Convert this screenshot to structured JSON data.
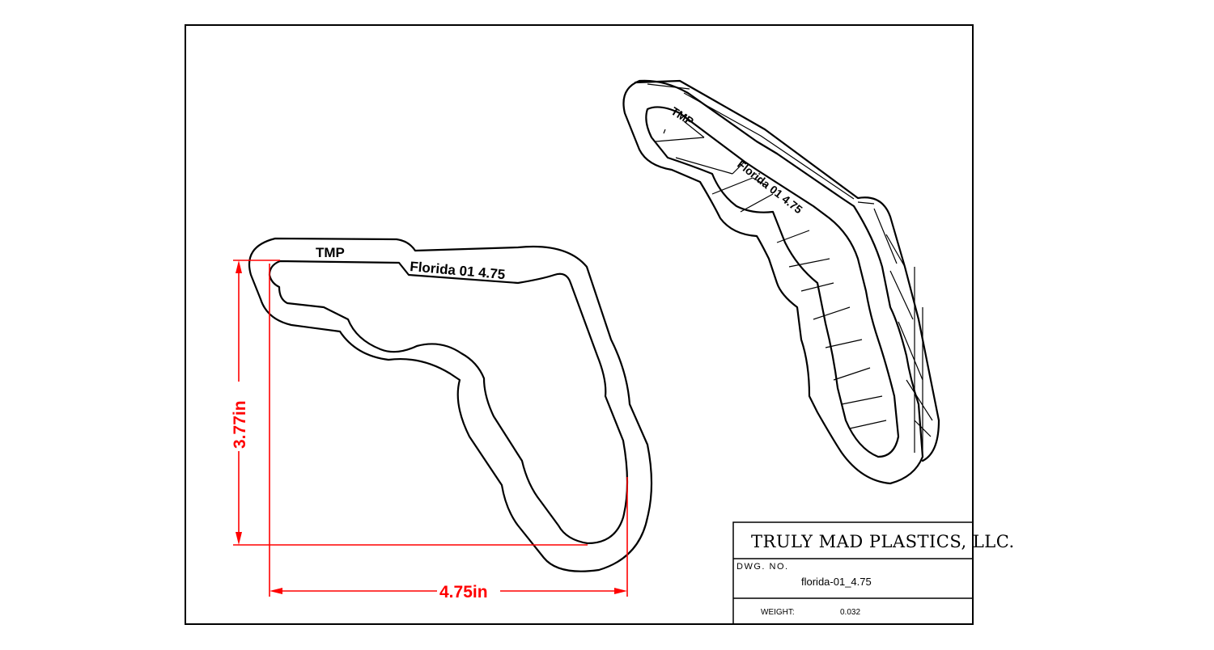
{
  "drawing": {
    "flat_view": {
      "top_label": "TMP",
      "side_label": "Florida 01  4.75"
    },
    "iso_view": {
      "top_label": "TMP",
      "side_label": "Florida 01  4.75"
    },
    "dimensions": {
      "height": "3.77in",
      "width": "4.75in"
    }
  },
  "title_block": {
    "company": "TRULY MAD PLASTICS, LLC.",
    "dwg_no_label": "DWG. NO.",
    "dwg_no_value": "florida-01_4.75",
    "weight_label": "WEIGHT:",
    "weight_value": "0.032"
  },
  "colors": {
    "dimension": "#ff0000",
    "line": "#000000"
  }
}
